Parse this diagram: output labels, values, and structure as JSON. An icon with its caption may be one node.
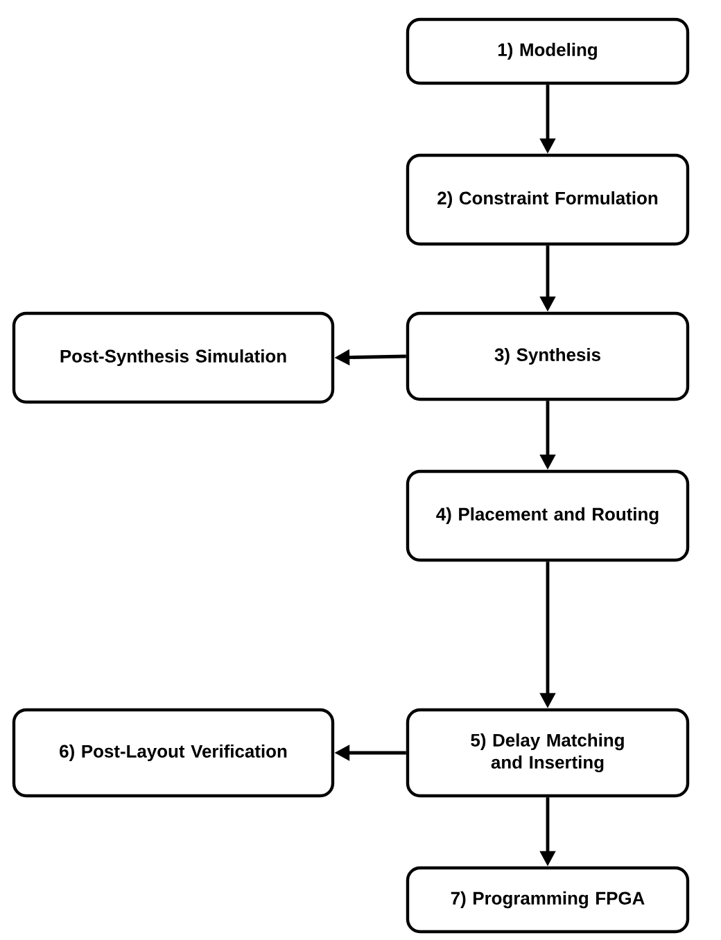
{
  "diagram": {
    "nodes": [
      {
        "text": [
          "1) Modeling"
        ]
      },
      {
        "text": [
          "2) Constraint Formulation"
        ]
      },
      {
        "text": [
          "Post-Synthesis Simulation"
        ]
      },
      {
        "text": [
          "3) Synthesis"
        ]
      },
      {
        "text": [
          "4) Placement and Routing"
        ]
      },
      {
        "text": [
          "6) Post-Layout Verification"
        ]
      },
      {
        "text": [
          "5) Delay Matching and Inserting"
        ]
      },
      {
        "text": [
          "7) Programming FPGA"
        ]
      }
    ],
    "edges": [
      {
        "from": 0,
        "to": 1,
        "arrow": "to"
      },
      {
        "from": 1,
        "to": 3,
        "arrow": "to"
      },
      {
        "from": 3,
        "to": 2,
        "arrow": "to"
      },
      {
        "from": 3,
        "to": 4,
        "arrow": "to"
      },
      {
        "from": 4,
        "to": 6,
        "arrow": "to"
      },
      {
        "from": 6,
        "to": 5,
        "arrow": "to"
      },
      {
        "from": 6,
        "to": 7,
        "arrow": "to"
      }
    ]
  }
}
